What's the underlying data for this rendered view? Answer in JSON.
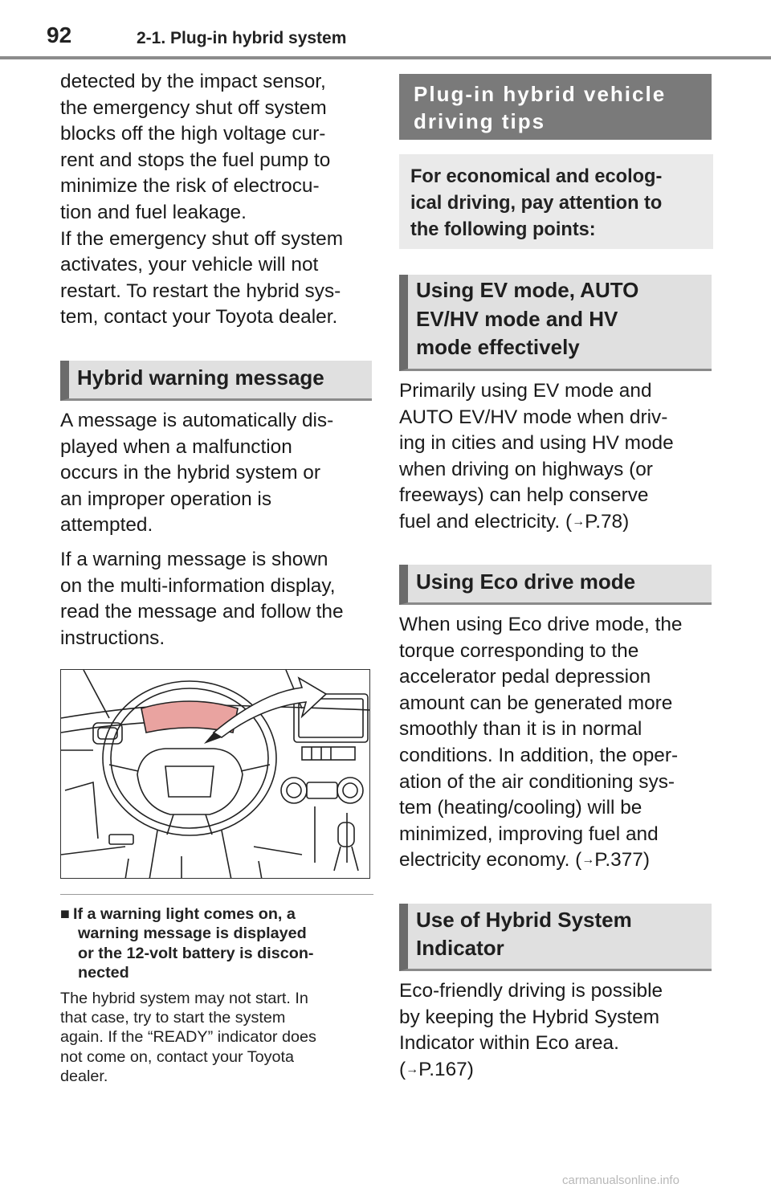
{
  "header": {
    "page_number": "92",
    "section_title": "2-1. Plug-in hybrid system"
  },
  "left": {
    "intro_lines": [
      "detected by the impact sensor,",
      "the emergency shut off system",
      "blocks off the high voltage cur-",
      "rent and stops the fuel pump to",
      "minimize the risk of electrocu-",
      "tion and fuel leakage.",
      "If the emergency shut off system",
      "activates, your vehicle will not",
      "restart. To restart the hybrid sys-",
      "tem, contact your Toyota dealer."
    ],
    "warning_heading": "Hybrid warning message",
    "para1_lines": [
      "A message is automatically dis-",
      "played when a malfunction",
      "occurs in the hybrid system or",
      "an improper operation is",
      "attempted."
    ],
    "para2_lines": [
      "If a warning message is shown",
      "on the multi-information display,",
      "read the message and follow the",
      "instructions."
    ],
    "note_bullet": "■",
    "note_heading_lines": [
      "If a warning light comes on, a",
      "warning message is displayed",
      "or the 12-volt battery is discon-",
      "nected"
    ],
    "note_body_lines": [
      "The hybrid system may not start. In",
      "that case, try to start the system",
      "again. If the “READY” indicator does",
      "not come on, contact your Toyota",
      "dealer."
    ]
  },
  "right": {
    "main_heading_lines": [
      "Plug-in hybrid vehicle",
      "driving tips"
    ],
    "intro_lines": [
      "For economical and ecolog-",
      "ical driving, pay attention to",
      "the following points:"
    ],
    "ev_heading_lines": [
      "Using EV mode, AUTO",
      "EV/HV mode and HV",
      "mode effectively"
    ],
    "ev_lines": [
      "Primarily using EV mode and",
      "AUTO EV/HV mode when driv-",
      "ing in cities and using HV mode",
      "when driving on highways (or",
      "freeways) can help conserve"
    ],
    "ev_last_prefix": "fuel and electricity. (",
    "ev_ref": "P.78)",
    "eco_heading": "Using Eco drive mode",
    "eco_lines": [
      "When using Eco drive mode, the",
      "torque corresponding to the",
      "accelerator pedal depression",
      "amount can be generated more",
      "smoothly than it is in normal",
      "conditions. In addition, the oper-",
      "ation of the air conditioning sys-",
      "tem (heating/cooling) will be",
      "minimized, improving fuel and"
    ],
    "eco_last_prefix": "electricity economy. (",
    "eco_ref": "P.377)",
    "indicator_heading_lines": [
      "Use of Hybrid System",
      "Indicator"
    ],
    "indicator_lines": [
      "Eco-friendly driving is possible",
      "by keeping the Hybrid System",
      "Indicator within Eco area."
    ],
    "indicator_last_prefix": "(",
    "indicator_ref": "P.167)"
  },
  "watermark": "carmanualsonline.info"
}
